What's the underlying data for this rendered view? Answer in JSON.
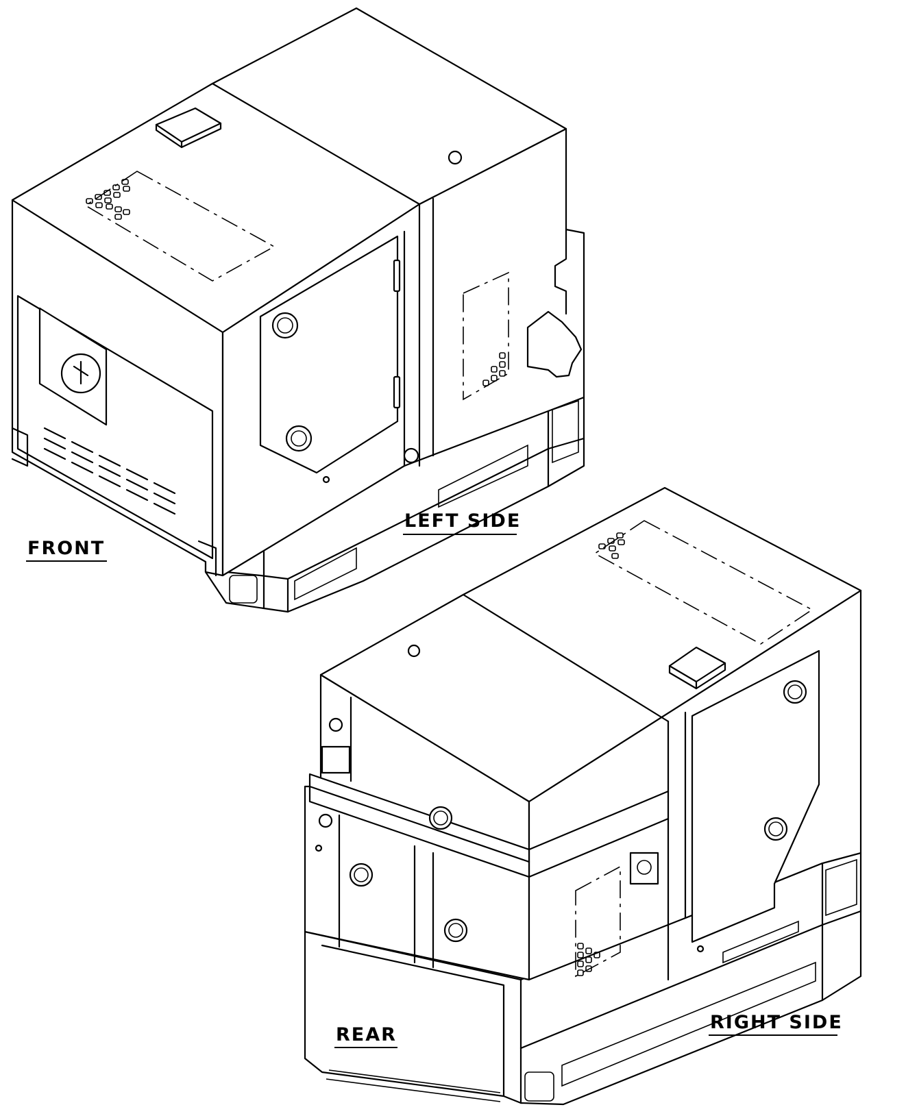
{
  "labels": {
    "front": "FRONT",
    "left_side": "LEFT SIDE",
    "rear": "REAR",
    "right_side": "RIGHT SIDE"
  },
  "colors": {
    "line": "#000000",
    "background": "#ffffff"
  }
}
